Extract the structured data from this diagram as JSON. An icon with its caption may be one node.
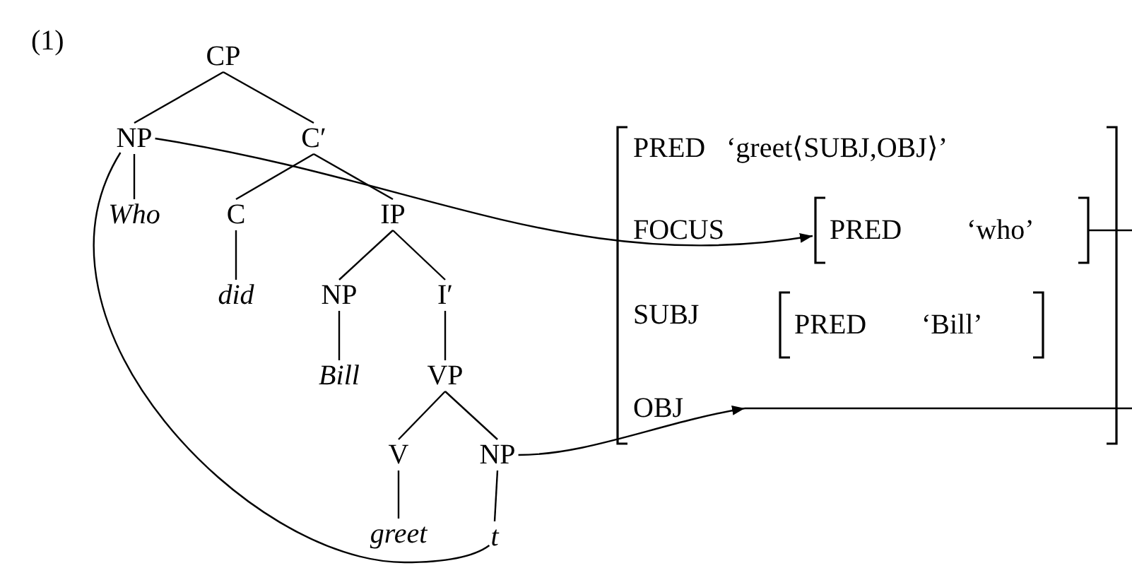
{
  "diagram": {
    "nodes": [
      {
        "text": [
          "CP"
        ]
      },
      {
        "text": [
          "NP"
        ]
      },
      {
        "text": [
          "C′"
        ]
      },
      {
        "text": [
          "Who"
        ]
      },
      {
        "text": [
          "C"
        ]
      },
      {
        "text": [
          "IP"
        ]
      },
      {
        "text": [
          "did"
        ]
      },
      {
        "text": [
          "NP"
        ]
      },
      {
        "text": [
          "I′"
        ]
      },
      {
        "text": [
          "Bill"
        ]
      },
      {
        "text": [
          "VP"
        ]
      },
      {
        "text": [
          "V"
        ]
      },
      {
        "text": [
          "NP"
        ]
      },
      {
        "text": [
          "greet"
        ]
      },
      {
        "text": [
          "t"
        ]
      },
      {
        "text": [
          "PRED",
          "‘greet⟨SUBJ,OBJ⟩’",
          "FOCUS",
          "SUBJ",
          "OBJ"
        ]
      },
      {
        "text": [
          "PRED",
          "‘who’"
        ],
        "in": 15
      },
      {
        "text": [
          "PRED",
          "‘Bill’"
        ],
        "in": 15
      }
    ],
    "edges": [
      {
        "from": 0,
        "to": 1,
        "arrow": "none"
      },
      {
        "from": 0,
        "to": 2,
        "arrow": "none"
      },
      {
        "from": 1,
        "to": 3,
        "arrow": "none"
      },
      {
        "from": 2,
        "to": 4,
        "arrow": "none"
      },
      {
        "from": 2,
        "to": 5,
        "arrow": "none"
      },
      {
        "from": 4,
        "to": 6,
        "arrow": "none"
      },
      {
        "from": 5,
        "to": 7,
        "arrow": "none"
      },
      {
        "from": 5,
        "to": 8,
        "arrow": "none"
      },
      {
        "from": 7,
        "to": 9,
        "arrow": "none"
      },
      {
        "from": 8,
        "to": 10,
        "arrow": "none"
      },
      {
        "from": 10,
        "to": 11,
        "arrow": "none"
      },
      {
        "from": 10,
        "to": 12,
        "arrow": "none"
      },
      {
        "from": 11,
        "to": 13,
        "arrow": "none"
      },
      {
        "from": 12,
        "to": 14,
        "arrow": "none"
      },
      {
        "from": 1,
        "to": 16,
        "arrow": "to"
      },
      {
        "from": 1,
        "to": 14,
        "arrow": "none"
      },
      {
        "from": 12,
        "to": null,
        "arrow": "to"
      },
      {
        "from": 16,
        "to": null,
        "arrow": "none"
      }
    ],
    "labels": [
      "(1)"
    ]
  }
}
